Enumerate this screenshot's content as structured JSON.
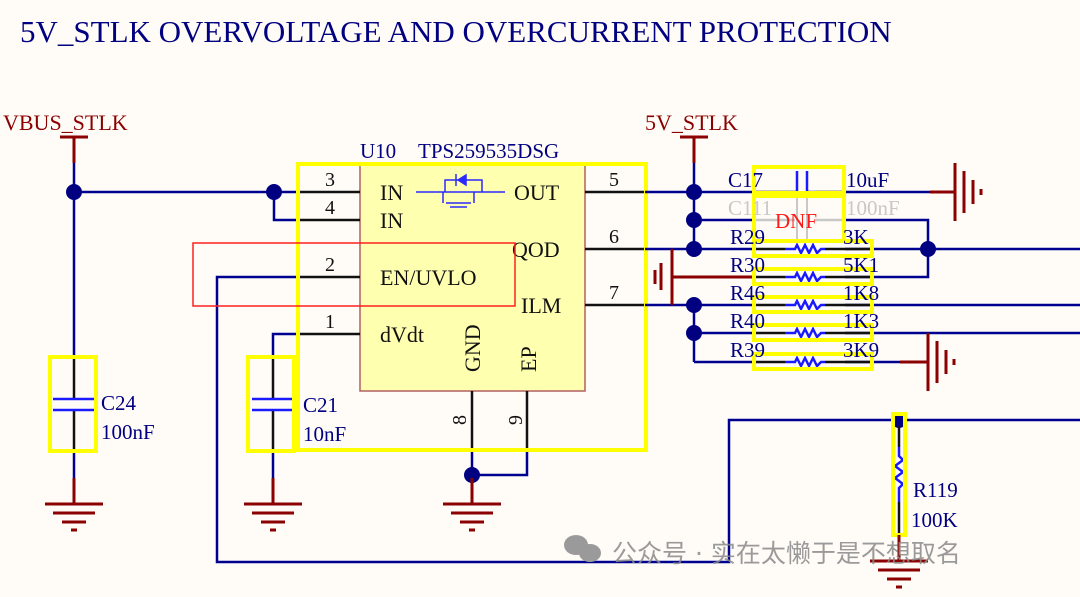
{
  "title": "5V_STLK OVERVOLTAGE AND OVERCURRENT PROTECTION",
  "nets": {
    "vbus": "VBUS_STLK",
    "out5v": "5V_STLK"
  },
  "ic": {
    "ref": "U10",
    "part": "TPS259535DSG",
    "pins": [
      {
        "num": "3",
        "name": "IN"
      },
      {
        "num": "4",
        "name": "IN"
      },
      {
        "num": "2",
        "name": "EN/UVLO"
      },
      {
        "num": "1",
        "name": "dVdt"
      },
      {
        "num": "5",
        "name": "OUT"
      },
      {
        "num": "6",
        "name": "QOD"
      },
      {
        "num": "7",
        "name": "ILM"
      },
      {
        "num": "8",
        "name": "GND"
      },
      {
        "num": "9",
        "name": "EP"
      }
    ]
  },
  "components": {
    "c17": {
      "ref": "C17",
      "value": "10uF"
    },
    "c111": {
      "ref": "C111",
      "value": "100nF",
      "note": "DNF"
    },
    "r29": {
      "ref": "R29",
      "value": "3K"
    },
    "r30": {
      "ref": "R30",
      "value": "5K1"
    },
    "r46": {
      "ref": "R46",
      "value": "1K8"
    },
    "r40": {
      "ref": "R40",
      "value": "1K3"
    },
    "r39": {
      "ref": "R39",
      "value": "3K9"
    },
    "c24": {
      "ref": "C24",
      "value": "100nF"
    },
    "c21": {
      "ref": "C21",
      "value": "10nF"
    },
    "r119": {
      "ref": "R119",
      "value": "100K"
    }
  },
  "watermark": "公众号 · 实在太懒于是不想取名",
  "colors": {
    "wire": "#000090",
    "ground": "#8b0000",
    "highlight": "#ffff00",
    "selection": "#ff2020",
    "ic_fill": "#ffffb0"
  }
}
